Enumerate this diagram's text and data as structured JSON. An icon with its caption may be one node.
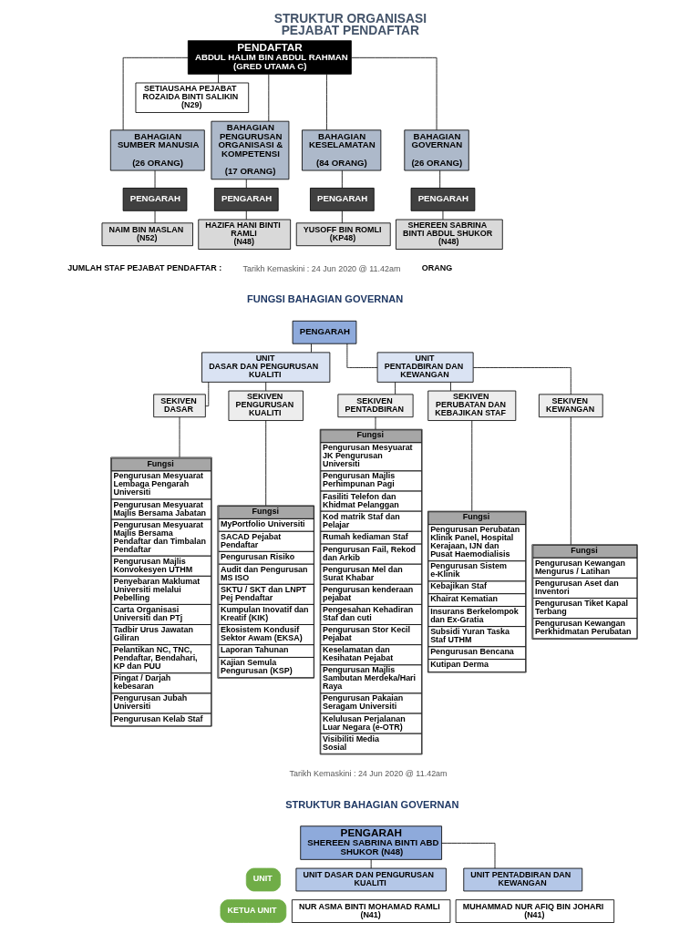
{
  "diagram": {
    "title": "STRUKTUR ORGANISASI PEJABAT PENDAFTAR",
    "nodes": [
      {
        "text": [
          "PENDAFTAR",
          "ABDUL HALIM BIN ABDUL RAHMAN",
          "(GRED UTAMA C)"
        ]
      },
      {
        "text": [
          "SETIAUSAHA PEJABAT",
          "ROZAIDA BINTI SALIKIN",
          "(N29)"
        ]
      },
      {
        "text": [
          "BAHAGIAN SUMBER MANUSIA",
          "(26 ORANG)"
        ]
      },
      {
        "text": [
          "BAHAGIAN PENGURUSAN ORGANISASI & KOMPETENSI",
          "(17 ORANG)"
        ]
      },
      {
        "text": [
          "BAHAGIAN KESELAMATAN",
          "(84 ORANG)"
        ]
      },
      {
        "text": [
          "BAHAGIAN GOVERNAN",
          "(26 ORANG)"
        ]
      },
      {
        "text": [
          "PENGARAH"
        ]
      },
      {
        "text": [
          "PENGARAH"
        ]
      },
      {
        "text": [
          "PENGARAH"
        ]
      },
      {
        "text": [
          "PENGARAH"
        ]
      },
      {
        "text": [
          "NAIM BIN MASLAN",
          "(N52)"
        ]
      },
      {
        "text": [
          "HAZIFA HANI BINTI RAMLI",
          "(N48)"
        ]
      },
      {
        "text": [
          "YUSOFF BIN ROMLI",
          "(KP48)"
        ]
      },
      {
        "text": [
          "SHEREEN SABRINA BINTI ABDUL SHUKOR",
          "(N48)"
        ]
      },
      {
        "text": [
          "PENGARAH"
        ]
      },
      {
        "text": [
          "UNIT",
          "DASAR DAN PENGURUSAN KUALITI"
        ]
      },
      {
        "text": [
          "UNIT",
          "PENTADBIRAN DAN KEWANGAN"
        ]
      },
      {
        "text": [
          "SEKIVEN",
          "DASAR"
        ]
      },
      {
        "text": [
          "SEKIVEN",
          "PENGURUSAN KUALITI"
        ]
      },
      {
        "text": [
          "SEKIVEN",
          "PENTADBIRAN"
        ]
      },
      {
        "text": [
          "SEKIVEN",
          "PERUBATAN DAN KEBAJIKAN STAF"
        ]
      },
      {
        "text": [
          "SEKIVEN",
          "KEWANGAN"
        ]
      },
      {
        "text": [
          "Fungsi",
          "Pengurusan Mesyuarat Lembaga Pengarah Universiti",
          "Pengurusan Mesyuarat Majlis Bersama Jabatan",
          "Pengurusan Mesyuarat Majlis Bersama Pendaftar dan Timbalan Pendaftar",
          "Pengurusan Majlis Konvokesyen UTHM",
          "Penyebaran Maklumat Universiti melalui Pebelling",
          "Carta Organisasi Universiti dan PTj",
          "Tadbir Urus Jawatan Giliran",
          "Pelantikan NC, TNC, Pendaftar, Bendahari, KP dan PUU",
          "Pingat / Darjah kebesaran",
          "Pengurusan Jubah Universiti",
          "Pengurusan Kelab Staf"
        ]
      },
      {
        "text": [
          "Fungsi",
          "MyPortfolio Universiti",
          "SACAD Pejabat Pendaftar",
          "Pengurusan Risiko",
          "Audit dan Pengurusan MS ISO",
          "SKTU / SKT dan LNPT Pej Pendaftar",
          "Kumpulan Inovatif dan Kreatif (KIK)",
          "Ekosistem Kondusif Sektor Awam (EKSA)",
          "Laporan Tahunan",
          "Kajian Semula Pengurusan (KSP)"
        ]
      },
      {
        "text": [
          "Fungsi",
          "Pengurusan Mesyuarat JK Pengurusan Universiti",
          "Pengurusan Majlis Perhimpunan Pagi",
          "Fasiliti Telefon dan Khidmat Pelanggan",
          "Kod matrik Staf dan Pelajar",
          "Rumah kediaman Staf",
          "Pengurusan Fail, Rekod dan Arkib",
          "Pengurusan Mel dan Surat Khabar",
          "Pengurusan kenderaan pejabat",
          "Pengesahan Kehadiran Staf dan cuti",
          "Pengurusan Stor Kecil Pejabat",
          "Keselamatan dan Kesihatan Pejabat",
          "Pengurusan Majlis Sambutan Merdeka/Hari Raya",
          "Pengurusan Pakaian Seragam Universiti",
          "Kelulusan Perjalanan Luar Negara (e-OTR)",
          "Visibiliti Media Sosial"
        ]
      },
      {
        "text": [
          "Fungsi",
          "Pengurusan Perubatan Klinik Panel, Hospital Kerajaan, IJN dan Pusat Haemodialisis",
          "Pengurusan Sistem e-Klinik",
          "Kebajikan Staf",
          "Khairat Kematian",
          "Insurans Berkelompok dan Ex-Gratia",
          "Subsidi Yuran Taska Staf UTHM",
          "Pengurusan Bencana",
          "Kutipan Derma"
        ]
      },
      {
        "text": [
          "Fungsi",
          "Pengurusan Kewangan Mengurus / Latihan",
          "Pengurusan Aset dan Inventori",
          "Pengurusan Tiket Kapal Terbang",
          "Pengurusan Kewangan Perkhidmatan Perubatan"
        ]
      },
      {
        "text": [
          "PENGARAH",
          "SHEREEN SABRINA BINTI ABD SHUKOR (N48)"
        ]
      },
      {
        "text": [
          "UNIT"
        ]
      },
      {
        "text": [
          "KETUA UNIT"
        ]
      },
      {
        "text": [
          "UNIT DASAR DAN PENGURUSAN KUALITI"
        ]
      },
      {
        "text": [
          "UNIT PENTADBIRAN DAN KEWANGAN"
        ]
      },
      {
        "text": [
          "NUR ASMA BINTI MOHAMAD RAMLI",
          "(N41)"
        ]
      },
      {
        "text": [
          "MUHAMMAD NUR AFIQ BIN JOHARI",
          "(N41)"
        ]
      }
    ],
    "edges": [
      {
        "from": 0,
        "to": 1,
        "arrow": "none"
      },
      {
        "from": 0,
        "to": 2,
        "arrow": "none"
      },
      {
        "from": 0,
        "to": 3,
        "arrow": "none"
      },
      {
        "from": 0,
        "to": 4,
        "arrow": "none"
      },
      {
        "from": 0,
        "to": 5,
        "arrow": "none"
      },
      {
        "from": 2,
        "to": 6,
        "arrow": "none"
      },
      {
        "from": 3,
        "to": 7,
        "arrow": "none"
      },
      {
        "from": 4,
        "to": 8,
        "arrow": "none"
      },
      {
        "from": 5,
        "to": 9,
        "arrow": "none"
      },
      {
        "from": 6,
        "to": 10,
        "arrow": "none"
      },
      {
        "from": 7,
        "to": 11,
        "arrow": "none"
      },
      {
        "from": 8,
        "to": 12,
        "arrow": "none"
      },
      {
        "from": 9,
        "to": 13,
        "arrow": "none"
      },
      {
        "from": 14,
        "to": 15,
        "arrow": "none"
      },
      {
        "from": 14,
        "to": 16,
        "arrow": "none"
      },
      {
        "from": 15,
        "to": 17,
        "arrow": "none"
      },
      {
        "from": 15,
        "to": 18,
        "arrow": "none"
      },
      {
        "from": 16,
        "to": 19,
        "arrow": "none"
      },
      {
        "from": 16,
        "to": 20,
        "arrow": "none"
      },
      {
        "from": 16,
        "to": 21,
        "arrow": "none"
      },
      {
        "from": 17,
        "to": 22,
        "arrow": "none"
      },
      {
        "from": 18,
        "to": 23,
        "arrow": "none"
      },
      {
        "from": 19,
        "to": 24,
        "arrow": "none"
      },
      {
        "from": 20,
        "to": 25,
        "arrow": "none"
      },
      {
        "from": 21,
        "to": 26,
        "arrow": "none"
      },
      {
        "from": 27,
        "to": 30,
        "arrow": "none"
      },
      {
        "from": 27,
        "to": 31,
        "arrow": "none"
      }
    ],
    "labels": [
      "JUMLAH STAF PEJABAT PENDAFTAR :",
      "ORANG",
      "Tarikh Kemaskini : 24 Jun 2020 @ 11.42am",
      "FUNGSI BAHAGIAN GOVERNAN",
      "Tarikh Kemaskini : 24 Jun 2020 @ 11.42am",
      "STRUKTUR BAHAGIAN GOVERNAN"
    ]
  }
}
